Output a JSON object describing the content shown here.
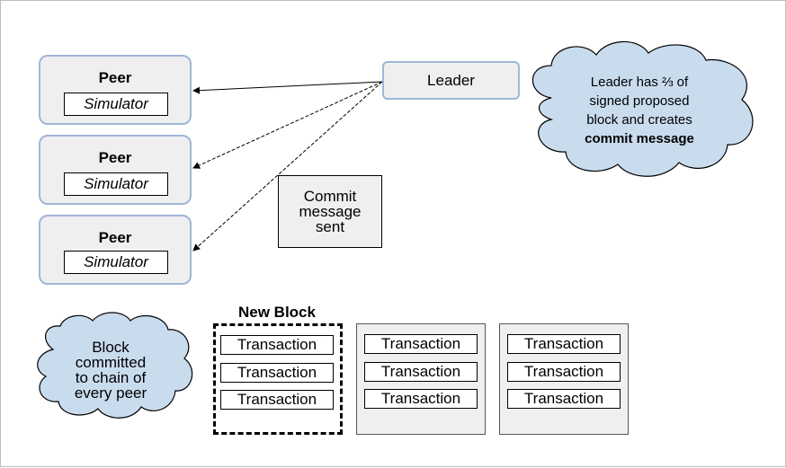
{
  "peers": [
    {
      "title": "Peer",
      "simulator": "Simulator"
    },
    {
      "title": "Peer",
      "simulator": "Simulator"
    },
    {
      "title": "Peer",
      "simulator": "Simulator"
    }
  ],
  "leader": {
    "label": "Leader"
  },
  "leader_note": {
    "lines": [
      "Leader has ⅔ of",
      "signed proposed",
      "block and creates"
    ],
    "bold": "commit message"
  },
  "commit_box": {
    "lines": [
      "Commit",
      "message",
      "sent"
    ]
  },
  "block_note": {
    "lines": [
      "Block",
      "committed",
      "to chain of",
      "every peer"
    ]
  },
  "new_block": {
    "title": "New Block"
  },
  "blocks": [
    {
      "transactions": [
        "Transaction",
        "Transaction",
        "Transaction"
      ]
    },
    {
      "transactions": [
        "Transaction",
        "Transaction",
        "Transaction"
      ]
    },
    {
      "transactions": [
        "Transaction",
        "Transaction",
        "Transaction"
      ]
    }
  ],
  "colors": {
    "cloud_fill": "#c9dcee",
    "node_border": "#9fb6d9",
    "node_fill": "#efefef"
  }
}
